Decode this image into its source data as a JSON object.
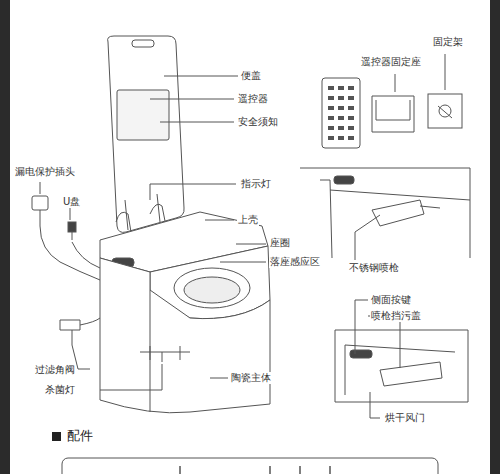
{
  "diagram": {
    "labels": [
      "固定架",
      "遥控器固定座",
      "便盖",
      "遥控器",
      "安全须知",
      "漏电保护插头",
      "U盘",
      "指示灯",
      "上壳",
      "座圈",
      "落座感应区",
      "不锈钢喷枪",
      "侧面按键",
      "喷枪挡污盖",
      "过滤角阀",
      "杀菌灯",
      "陶瓷主体",
      "烘干风门",
      "配件"
    ]
  }
}
